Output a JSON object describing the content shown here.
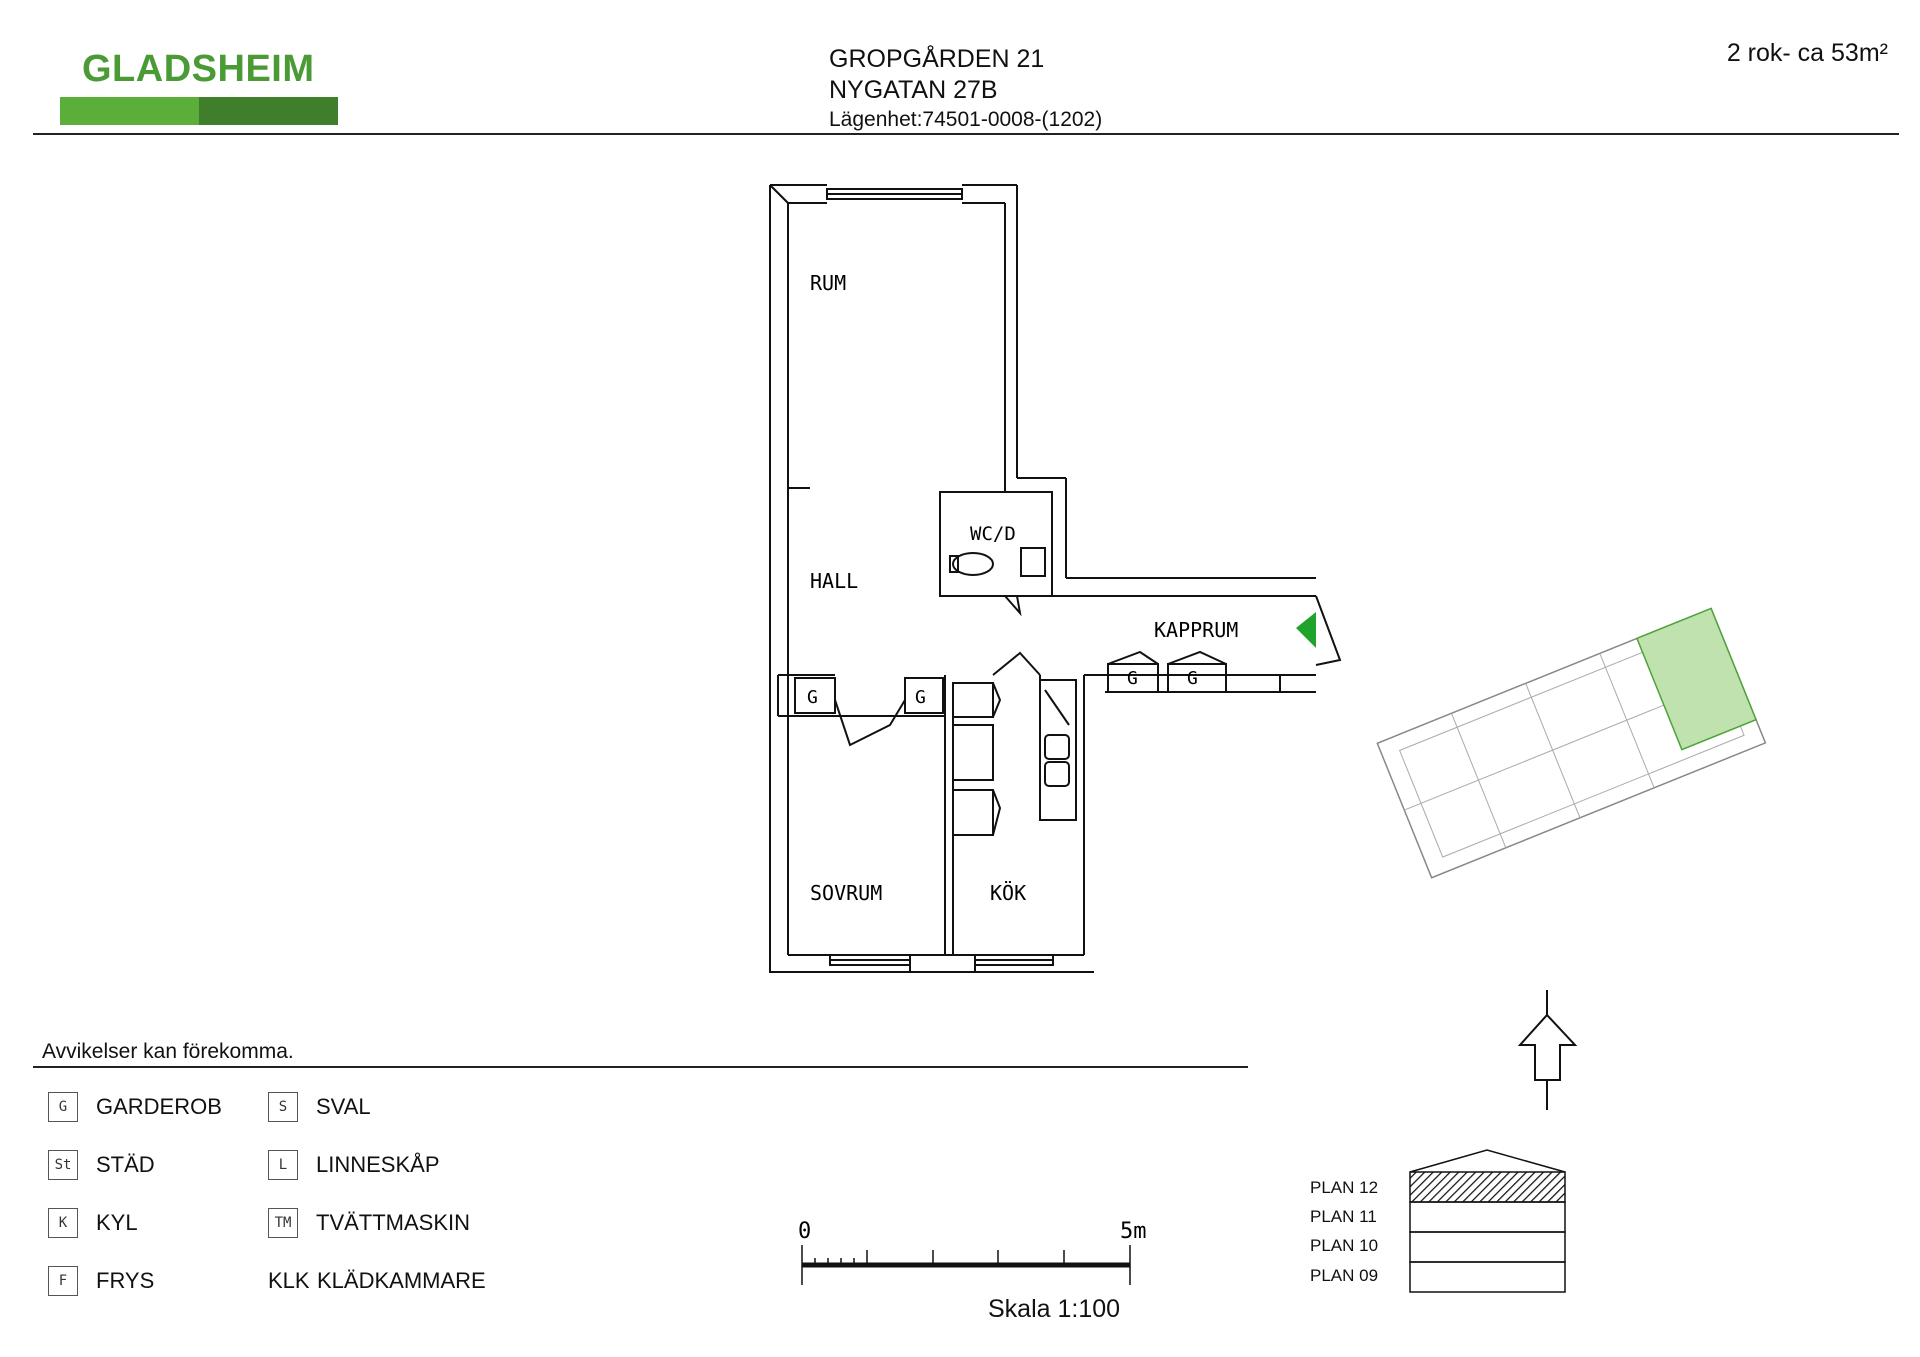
{
  "brand": {
    "name": "GLADSHEIM",
    "colors": {
      "light": "#5cae3a",
      "dark": "#3f7f2c",
      "marker": "#1fa32a"
    }
  },
  "header": {
    "property": "GROPGÅRDEN 21",
    "street": "NYGATAN 27B",
    "apartment": "Lägenhet:74501-0008-(1202)",
    "size": "2 rok- ca 53m²"
  },
  "rooms": {
    "rum": "RUM",
    "hall": "HALL",
    "wc": "WC/D",
    "kapprum": "KAPPRUM",
    "sovrum": "SOVRUM",
    "kok": "KÖK"
  },
  "closet_mark": "G",
  "note": "Avvikelser kan förekomma.",
  "legend": [
    {
      "code": "G",
      "label": "GARDEROB"
    },
    {
      "code": "St",
      "label": "STÄD"
    },
    {
      "code": "K",
      "label": "KYL"
    },
    {
      "code": "F",
      "label": "FRYS"
    },
    {
      "code": "S",
      "label": "SVAL"
    },
    {
      "code": "L",
      "label": "LINNESKÅP"
    },
    {
      "code": "TM",
      "label": "TVÄTTMASKIN"
    },
    {
      "code": "KLK",
      "label": "KLÄDKAMMARE"
    }
  ],
  "scale": {
    "start": "0",
    "end": "5m",
    "caption": "Skala 1:100"
  },
  "floors": [
    "PLAN 12",
    "PLAN 11",
    "PLAN 10",
    "PLAN 09"
  ],
  "selected_floor": "PLAN 12"
}
